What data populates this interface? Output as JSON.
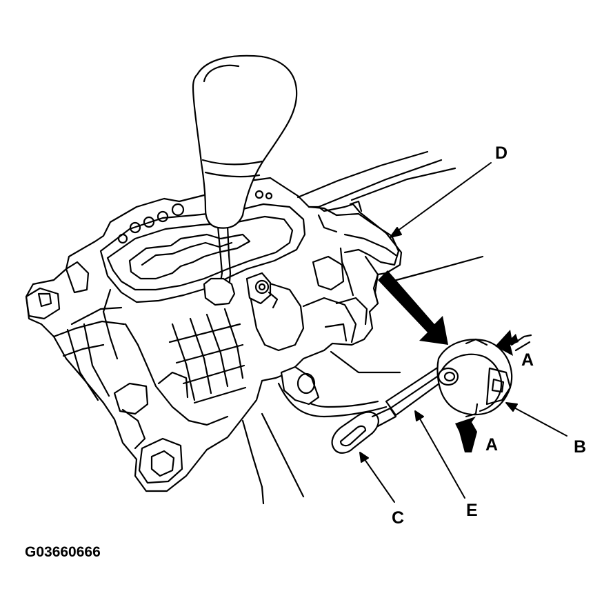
{
  "labels": {
    "a": "A",
    "b": "B",
    "c": "C",
    "d": "D",
    "e": "E"
  },
  "figure_id": "G03660666",
  "colors": {
    "line": "#000000",
    "background": "#ffffff"
  }
}
